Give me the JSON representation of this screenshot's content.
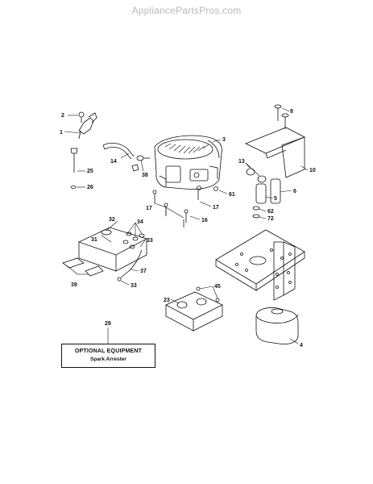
{
  "watermark": "AppliancePartsPros.com",
  "parts": {
    "p1": "1",
    "p2": "2",
    "p3": "3",
    "p4": "4",
    "p5": "5",
    "p6": "6",
    "p8": "8",
    "p10": "10",
    "p13": "13",
    "p14": "14",
    "p16": "16",
    "p17a": "17",
    "p17b": "17",
    "p23": "23",
    "p25": "25",
    "p26": "26",
    "p29": "29",
    "p31": "31",
    "p32": "32",
    "p33a": "33",
    "p33b": "33",
    "p34": "34",
    "p37": "37",
    "p38": "38",
    "p39": "39",
    "p45": "45",
    "p61": "61",
    "p62": "62",
    "p72": "72"
  },
  "callout": {
    "title": "OPTIONAL EQUIPMENT",
    "subtitle": "Spark Arrester"
  }
}
